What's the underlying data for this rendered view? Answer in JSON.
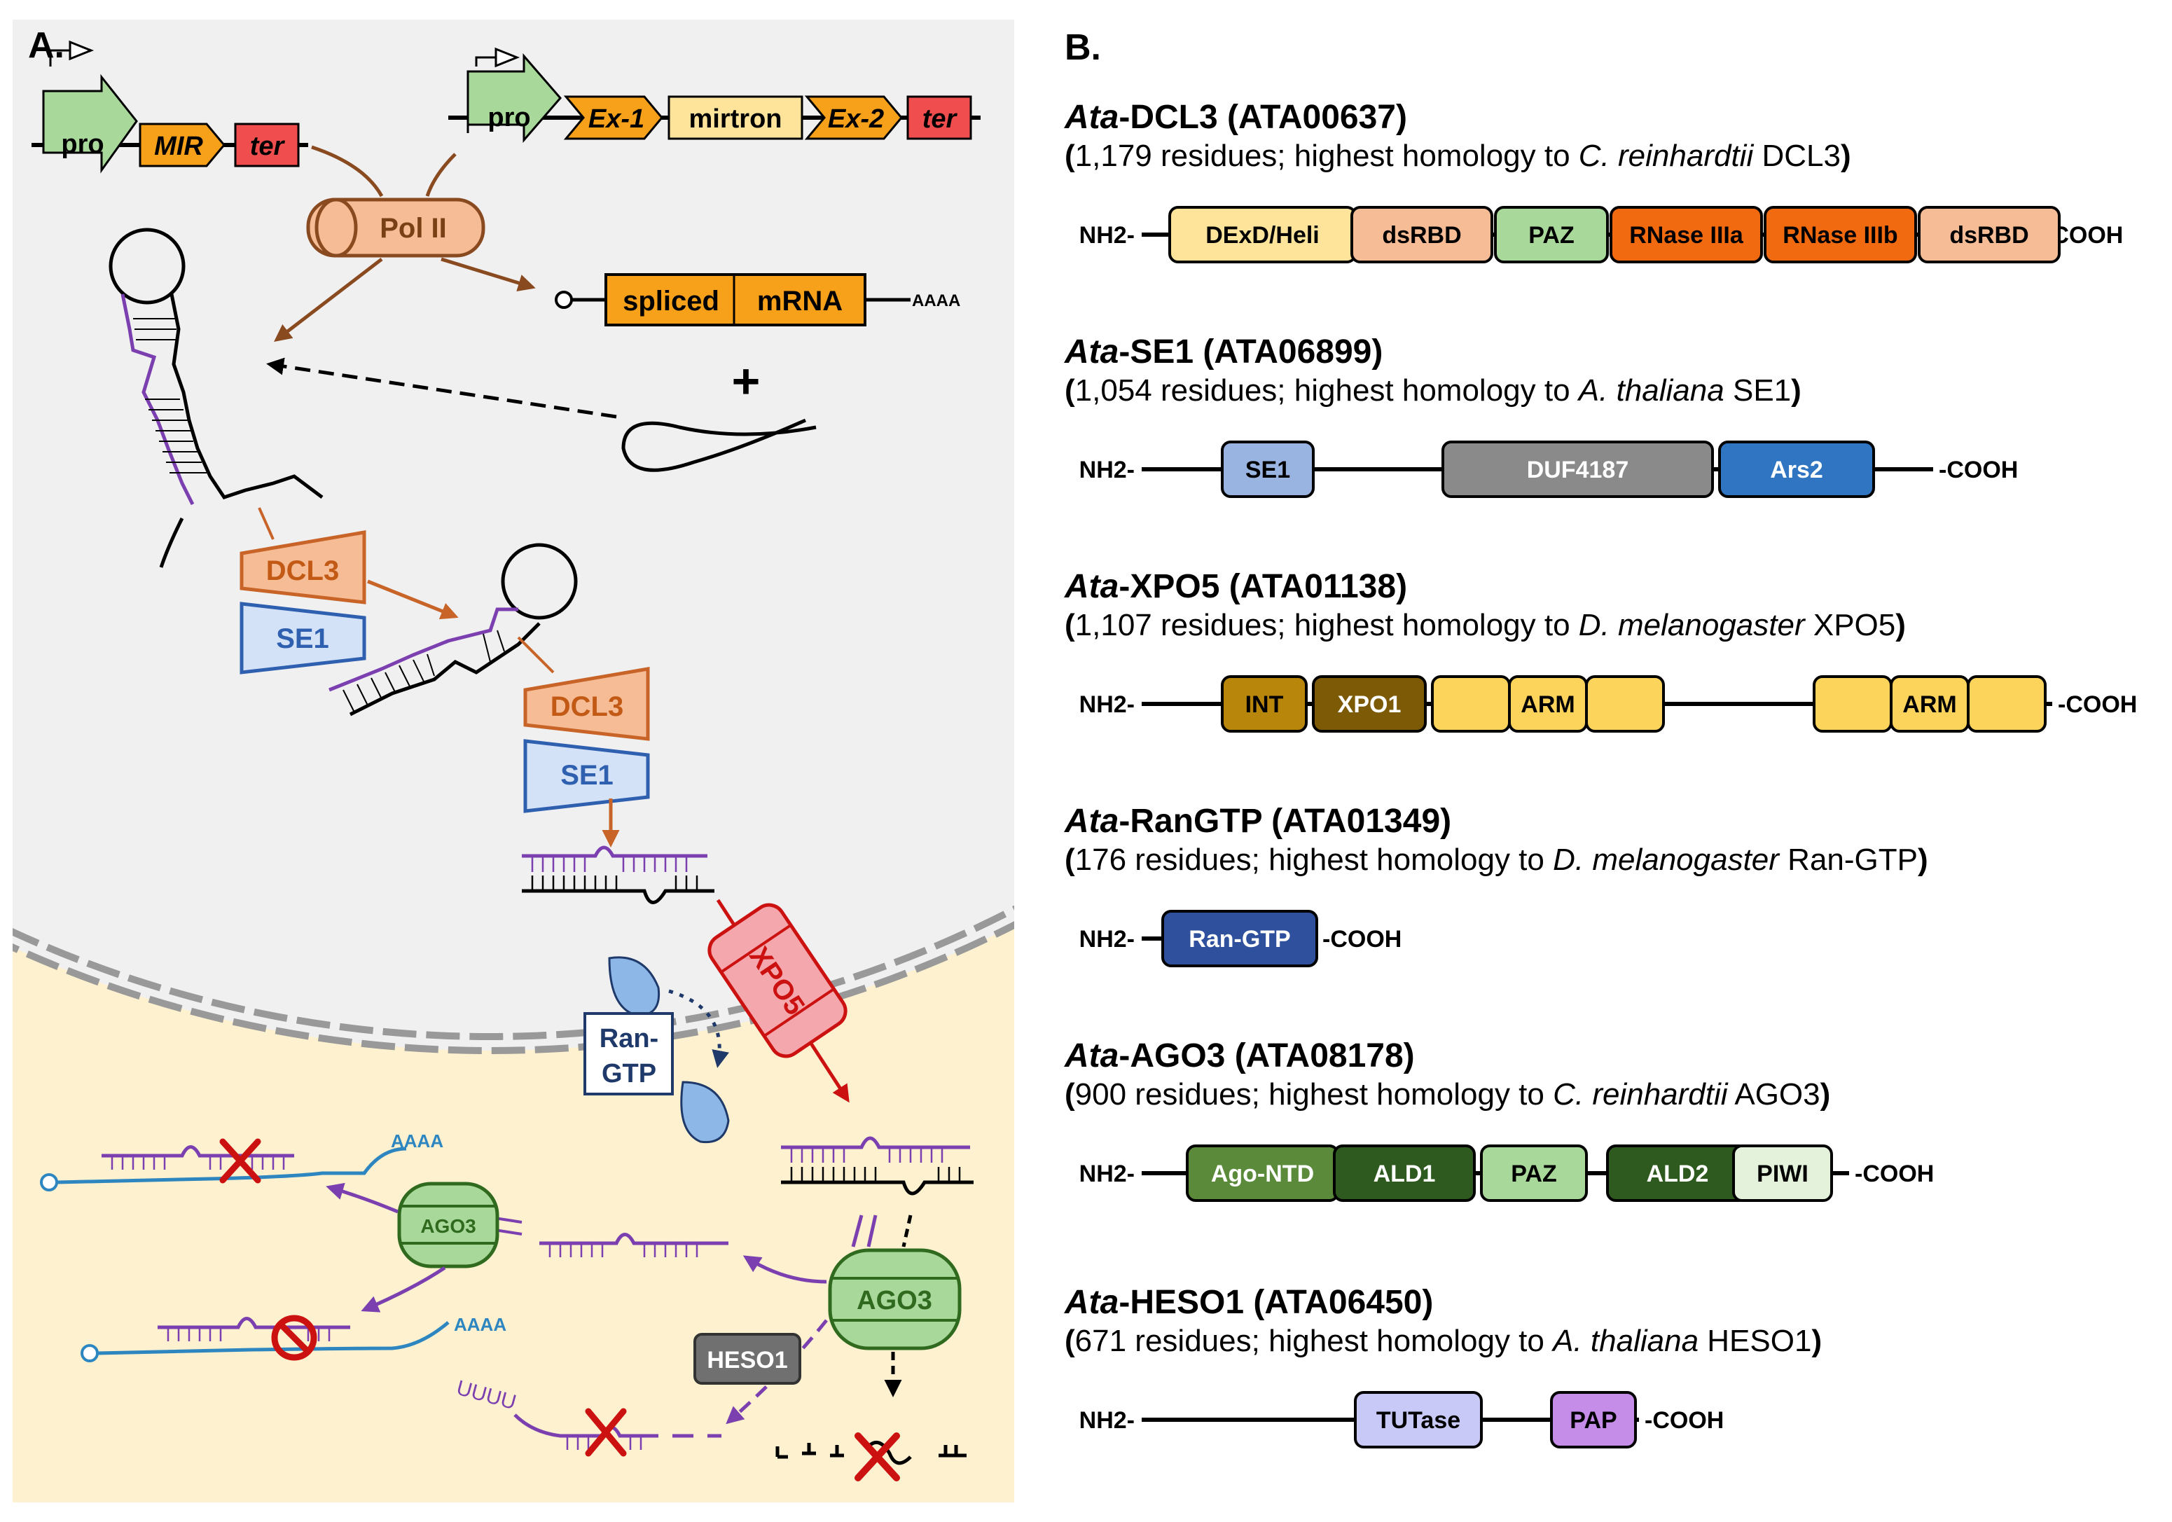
{
  "panel_a": {
    "label": "A.",
    "genes": {
      "gene1": {
        "pro": "pro",
        "mir": "MIR",
        "ter": "ter"
      },
      "gene2": {
        "pro": "pro",
        "ex1": "Ex-1",
        "mirtron": "mirtron",
        "ex2": "Ex-2",
        "ter": "ter"
      }
    },
    "pol2": "Pol II",
    "mrna": {
      "left": "spliced",
      "right": "mRNA",
      "tail": "AAAA"
    },
    "plus": "+",
    "dcl3": "DCL3",
    "se1": "SE1",
    "xpo5": "XPO5",
    "rangtp_line1": "Ran-",
    "rangtp_line2": "GTP",
    "ago3": "AGO3",
    "heso1": "HESO1",
    "target_tail": "AAAA",
    "uridyl": "UUUU",
    "colors": {
      "nucleus": "#f0f0f1",
      "cytoplasm": "#fdf1cf",
      "mirna": "#7b3fb0",
      "target_rna": "#2e86c1",
      "repress": "#cc1111",
      "transcription_arrow": "#8a4a20",
      "processing_arrow": "#c86428"
    }
  },
  "panel_b": {
    "label": "B.",
    "nh2": "NH2-",
    "cooh": "-COOH",
    "proteins": [
      {
        "prefix": "Ata",
        "name": "-DCL3 (ATA00637)",
        "residues": "1,179",
        "organism": "C. reinhardtii",
        "ortholog": "DCL3",
        "domains": [
          {
            "label": "DExD/Heli",
            "color": "#fde49a",
            "text": "#000000"
          },
          {
            "label": "dsRBD",
            "color": "#f6bc95",
            "text": "#000000"
          },
          {
            "label": "PAZ",
            "color": "#a8d89a",
            "text": "#000000"
          },
          {
            "label": "RNase IIIa",
            "color": "#f26a0f",
            "text": "#000000"
          },
          {
            "label": "RNase IIIb",
            "color": "#f26a0f",
            "text": "#000000"
          },
          {
            "label": "dsRBD",
            "color": "#f6bc95",
            "text": "#000000"
          }
        ]
      },
      {
        "prefix": "Ata",
        "name": "-SE1 (ATA06899)",
        "residues": "1,054",
        "organism": "A. thaliana",
        "ortholog": "SE1",
        "domains": [
          {
            "label": "SE1",
            "color": "#9ab4e2",
            "text": "#000000"
          },
          {
            "label": "DUF4187",
            "color": "#8a8a8a",
            "text": "#ffffff"
          },
          {
            "label": "Ars2",
            "color": "#2f75c2",
            "text": "#ffffff"
          }
        ]
      },
      {
        "prefix": "Ata",
        "name": "-XPO5 (ATA01138)",
        "residues": "1,107",
        "organism": "D. melanogaster",
        "ortholog": "XPO5",
        "domains": [
          {
            "label": "INT",
            "color": "#b8860b",
            "text": "#000000"
          },
          {
            "label": "XPO1",
            "color": "#7d5a06",
            "text": "#ffffff"
          },
          {
            "label": "",
            "color": "#fcd45c",
            "text": "#000000"
          },
          {
            "label": "ARM",
            "color": "#fcd45c",
            "text": "#000000"
          },
          {
            "label": "",
            "color": "#fcd45c",
            "text": "#000000"
          },
          {
            "label": "",
            "color": "#fcd45c",
            "text": "#000000"
          },
          {
            "label": "ARM",
            "color": "#fcd45c",
            "text": "#000000"
          },
          {
            "label": "",
            "color": "#fcd45c",
            "text": "#000000"
          }
        ]
      },
      {
        "prefix": "Ata",
        "name": "-RanGTP (ATA01349)",
        "residues": "176",
        "organism": "D. melanogaster",
        "ortholog": "Ran-GTP",
        "domains": [
          {
            "label": "Ran-GTP",
            "color": "#2f509c",
            "text": "#ffffff"
          }
        ]
      },
      {
        "prefix": "Ata",
        "name": "-AGO3 (ATA08178)",
        "residues": "900",
        "organism": "C. reinhardtii",
        "ortholog": "AGO3",
        "domains": [
          {
            "label": "Ago-NTD",
            "color": "#5a8a3a",
            "text": "#ffffff"
          },
          {
            "label": "ALD1",
            "color": "#2f5a1f",
            "text": "#ffffff"
          },
          {
            "label": "PAZ",
            "color": "#a8d89a",
            "text": "#000000"
          },
          {
            "label": "ALD2",
            "color": "#2f5a1f",
            "text": "#ffffff"
          },
          {
            "label": "PIWI",
            "color": "#e4f2dc",
            "text": "#000000"
          }
        ]
      },
      {
        "prefix": "Ata",
        "name": "-HESO1 (ATA06450)",
        "residues": "671",
        "organism": "A. thaliana",
        "ortholog": "HESO1",
        "domains": [
          {
            "label": "TUTase",
            "color": "#c9c9f7",
            "text": "#000000"
          },
          {
            "label": "PAP",
            "color": "#c58de8",
            "text": "#000000"
          }
        ]
      }
    ]
  }
}
